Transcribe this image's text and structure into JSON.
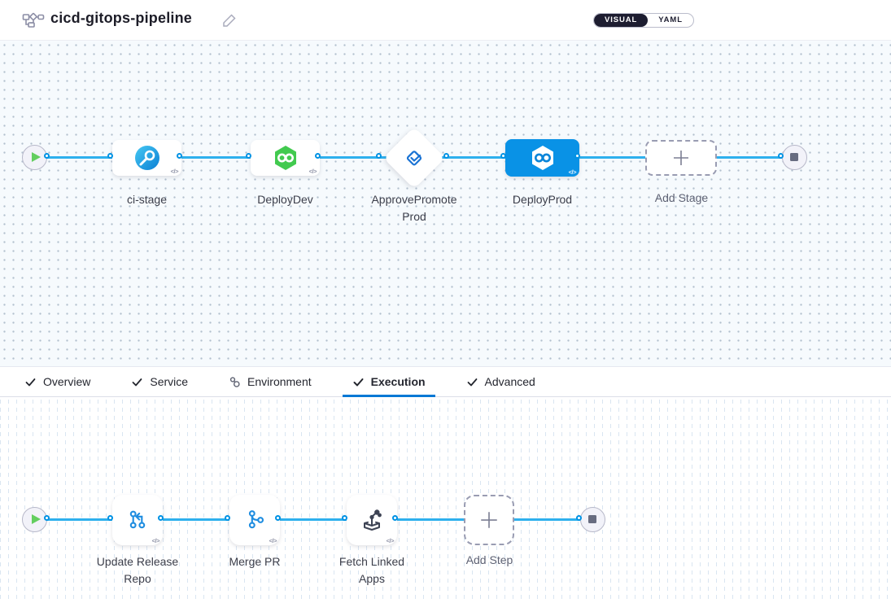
{
  "header": {
    "title": "cicd-gitops-pipeline",
    "view_toggle": {
      "options": [
        "VISUAL",
        "YAML"
      ],
      "selected": "VISUAL"
    }
  },
  "stage_canvas": {
    "start_node": "play",
    "end_node": "stop",
    "code_badge": "</>",
    "stages": [
      {
        "name": "ci-stage",
        "icon": "ci-build-icon",
        "selected": false
      },
      {
        "name": "DeployDev",
        "icon": "cd-hexagon-green-icon",
        "selected": false
      },
      {
        "name": "ApprovePromoteProd",
        "icon": "approval-check-icon",
        "shape": "diamond",
        "selected": false
      },
      {
        "name": "DeployProd",
        "icon": "cd-hexagon-white-icon",
        "selected": true
      }
    ],
    "add_stage_label": "Add Stage"
  },
  "tab_bar": {
    "tabs": [
      {
        "label": "Overview",
        "icon": "check",
        "active": false
      },
      {
        "label": "Service",
        "icon": "check",
        "active": false
      },
      {
        "label": "Environment",
        "icon": "environment",
        "active": false
      },
      {
        "label": "Execution",
        "icon": "check",
        "active": true
      },
      {
        "label": "Advanced",
        "icon": "check",
        "active": false
      }
    ]
  },
  "execution_canvas": {
    "steps": [
      {
        "name": "Update Release Repo",
        "icon": "git-update-icon"
      },
      {
        "name": "Merge PR",
        "icon": "git-merge-icon"
      },
      {
        "name": "Fetch Linked Apps",
        "icon": "fetch-apps-icon"
      }
    ],
    "add_step_label": "Add Step"
  },
  "colors": {
    "accent_blue": "#0092e4",
    "selected_card": "#0992e6",
    "connector": "#2eb0ed",
    "green_hexagon": "#42ca4f",
    "tab_underline": "#0278d5",
    "toggle_dark": "#1d1d30",
    "canvas_top_bg": "#f6fafd"
  }
}
